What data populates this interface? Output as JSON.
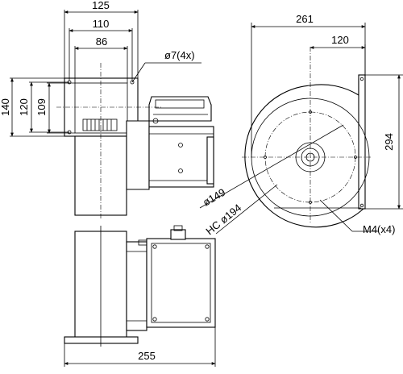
{
  "dimensions": {
    "top_width_outer": "125",
    "top_width_mid": "110",
    "top_width_inner": "86",
    "hole_note": "ø7(4x)",
    "left_height_outer": "140",
    "left_height_mid": "120",
    "left_height_inner": "109",
    "right_width_outer": "261",
    "right_width_inner": "120",
    "right_height": "294",
    "circle_inner_diameter": "ø149",
    "circle_outer_diameter": "HC ø194",
    "thread_note": "M4(x4)",
    "bottom_length": "255"
  },
  "colors": {
    "line": "#000000",
    "background": "#ffffff"
  }
}
